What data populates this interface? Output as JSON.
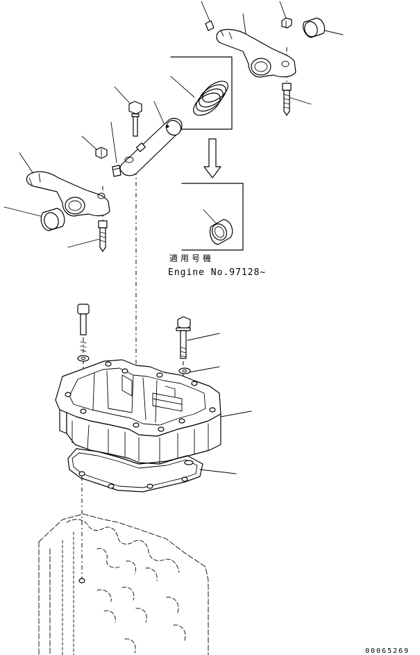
{
  "diagram": {
    "applicable_label": "適用号機",
    "engine_label": "Engine No.97128~",
    "drawing_code": "00065269"
  }
}
